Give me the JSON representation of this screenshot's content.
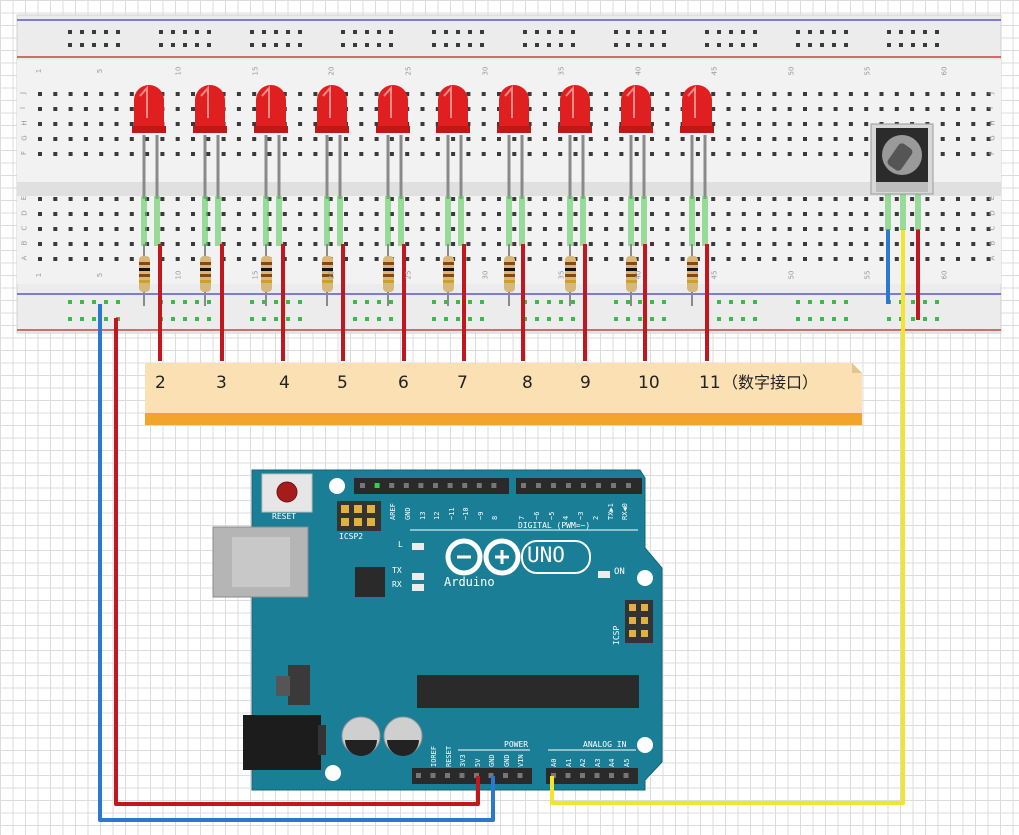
{
  "breadboard": {
    "column_numbers": [
      "1",
      "5",
      "10",
      "15",
      "20",
      "25",
      "30",
      "35",
      "40",
      "45",
      "50",
      "55",
      "60"
    ],
    "row_letters_top": [
      "J",
      "I",
      "H",
      "G",
      "F"
    ],
    "row_letters_bottom": [
      "E",
      "D",
      "C",
      "B",
      "A"
    ]
  },
  "note": {
    "labels": [
      "2",
      "3",
      "4",
      "5",
      "6",
      "7",
      "8",
      "9",
      "10",
      "11"
    ],
    "suffix": "（数字接口）"
  },
  "arduino": {
    "reset_label": "RESET",
    "icsp2_label": "ICSP2",
    "l_label": "L",
    "tx_label": "TX",
    "rx_label": "RX",
    "on_label": "ON",
    "uno_label": "UNO",
    "brand_label": "Arduino",
    "digital_label": "DIGITAL (PWM=~)",
    "icsp_label": "ICSP",
    "power_label": "POWER",
    "analog_label": "ANALOG IN",
    "digital_pins": [
      "AREF",
      "GND",
      "13",
      "12",
      "~11",
      "~10",
      "~9",
      "8",
      "7",
      "~6",
      "~5",
      "4",
      "~3",
      "2",
      "TX▶1",
      "RX◀0"
    ],
    "power_pins": [
      "IOREF",
      "RESET",
      "3V3",
      "5V",
      "GND",
      "GND",
      "VIN"
    ],
    "analog_pins": [
      "A0",
      "A1",
      "A2",
      "A3",
      "A4",
      "A5"
    ]
  },
  "colors": {
    "led": "#e02020",
    "wire_red": "#c0181c",
    "wire_blue": "#2a78d0",
    "wire_yellow": "#f3e52a",
    "board": "#1a7f96",
    "note": "#fbe0b4"
  }
}
